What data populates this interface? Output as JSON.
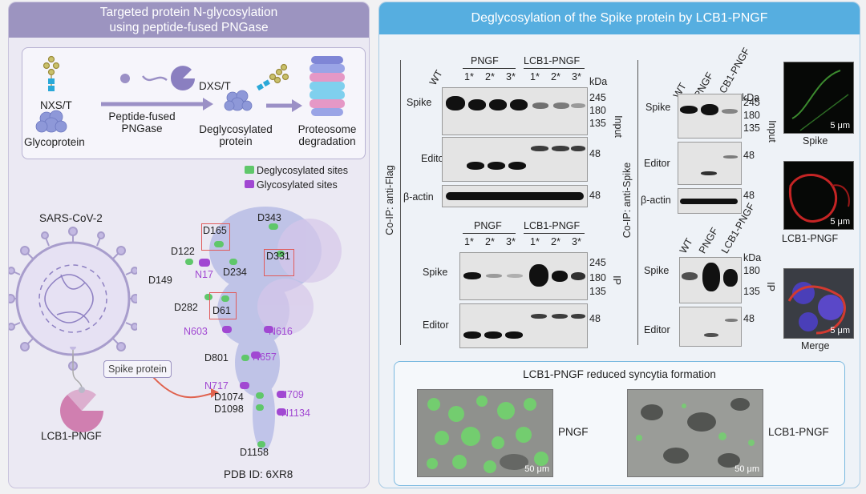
{
  "left_panel": {
    "title_line1": "Targeted protein N-glycosylation",
    "title_line2": "using peptide-fused PNGase",
    "workflow": {
      "motif1": "NXS/T",
      "step1_line1": "Peptide-fused",
      "step1_line2": "PNGase",
      "motif2": "DXS/T",
      "label_glycoprotein": "Glycoprotein",
      "label_deglyco_line1": "Deglycosylated",
      "label_deglyco_line2": "protein",
      "label_proteasome_line1": "Proteosome",
      "label_proteasome_line2": "degradation"
    },
    "legend_deglycosylated": "Deglycosylated sites",
    "legend_glycosylated": "Glycosylated sites",
    "sars_label": "SARS-CoV-2",
    "spike_label": "Spike protein",
    "lcb1_label": "LCB1-PNGF",
    "pdb_label": "PDB ID: 6XR8",
    "sites": {
      "d165": "D165",
      "d343": "D343",
      "d122": "D122",
      "d331": "D331",
      "d149": "D149",
      "n17": "N17",
      "d234": "D234",
      "d282": "D282",
      "d61": "D61",
      "n603": "N603",
      "n616": "N616",
      "d801": "D801",
      "n657": "N657",
      "n717": "N717",
      "d1074": "D1074",
      "n709": "N709",
      "d1098": "D1098",
      "n1134": "N1134",
      "d1158": "D1158"
    },
    "colors": {
      "deglycosylated": "#5fc76a",
      "glycosylated": "#a148d2"
    }
  },
  "right_panel": {
    "title": "Deglycosylation of the Spike protein by LCB1-PNGF",
    "wb1": {
      "lane_wt": "WT",
      "group_pngf": "PNGF",
      "group_lcb1": "LCB1-PNGF",
      "lanes": [
        "1*",
        "2*",
        "3*",
        "1*",
        "2*",
        "3*"
      ],
      "kda": "kDa",
      "row_spike": "Spike",
      "row_editor": "Editor",
      "row_actin": "β-actin",
      "m245": "245",
      "m180": "180",
      "m135": "135",
      "m48a": "48",
      "m48b": "48",
      "input": "Input",
      "coip": "Co-IP: anti-Flag"
    },
    "wb2": {
      "group_pngf": "PNGF",
      "group_lcb1": "LCB1-PNGF",
      "lanes": [
        "1*",
        "2*",
        "3*",
        "1*",
        "2*",
        "3*"
      ],
      "row_spike": "Spike",
      "row_editor": "Editor",
      "m245": "245",
      "m180": "180",
      "m135": "135",
      "m48": "48",
      "ip": "IP"
    },
    "wb3": {
      "lanes": [
        "WT",
        "PNGF",
        "LCB1-PNGF"
      ],
      "kda": "kDa",
      "row_spike": "Spike",
      "row_editor": "Editor",
      "row_actin": "β-actin",
      "m245": "245",
      "m180": "180",
      "m135": "135",
      "m48a": "48",
      "m48b": "48",
      "input": "Input",
      "coip": "Co-IP: anti-Spike"
    },
    "wb4": {
      "lanes": [
        "WT",
        "PNGF",
        "LCB1-PNGF"
      ],
      "kda": "kDa",
      "row_spike": "Spike",
      "row_editor": "Editor",
      "m180": "180",
      "m135": "135",
      "m48": "48",
      "ip": "IP"
    },
    "fluor": {
      "scale1": "5 μm",
      "scale2": "5 μm",
      "scale3": "5 μm",
      "label1": "Spike",
      "label2": "LCB1-PNGF",
      "label3": "Merge"
    },
    "syncytia": {
      "title": "LCB1-PNGF reduced syncytia formation",
      "label_left": "PNGF",
      "label_right": "LCB1-PNGF",
      "scale_left": "50 μm",
      "scale_right": "50 μm"
    }
  }
}
